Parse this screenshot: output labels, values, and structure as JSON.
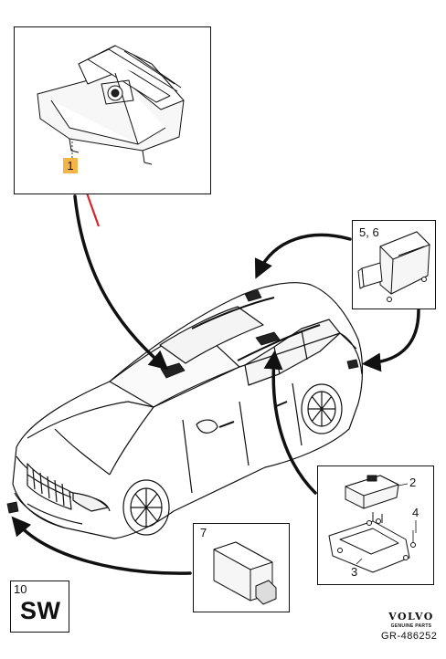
{
  "diagram": {
    "callouts": {
      "c1": "1",
      "c56": "5, 6",
      "c2": "2",
      "c3": "3",
      "c4": "4",
      "c7": "7",
      "c10": "10"
    },
    "market_code": "SW",
    "brand": {
      "name": "VOLVO",
      "subtitle": "GENUINE PARTS"
    },
    "part_reference": "GR-486252",
    "colors": {
      "line": "#111111",
      "highlight": "#f3b44a",
      "pointer": "#d9242b"
    }
  }
}
